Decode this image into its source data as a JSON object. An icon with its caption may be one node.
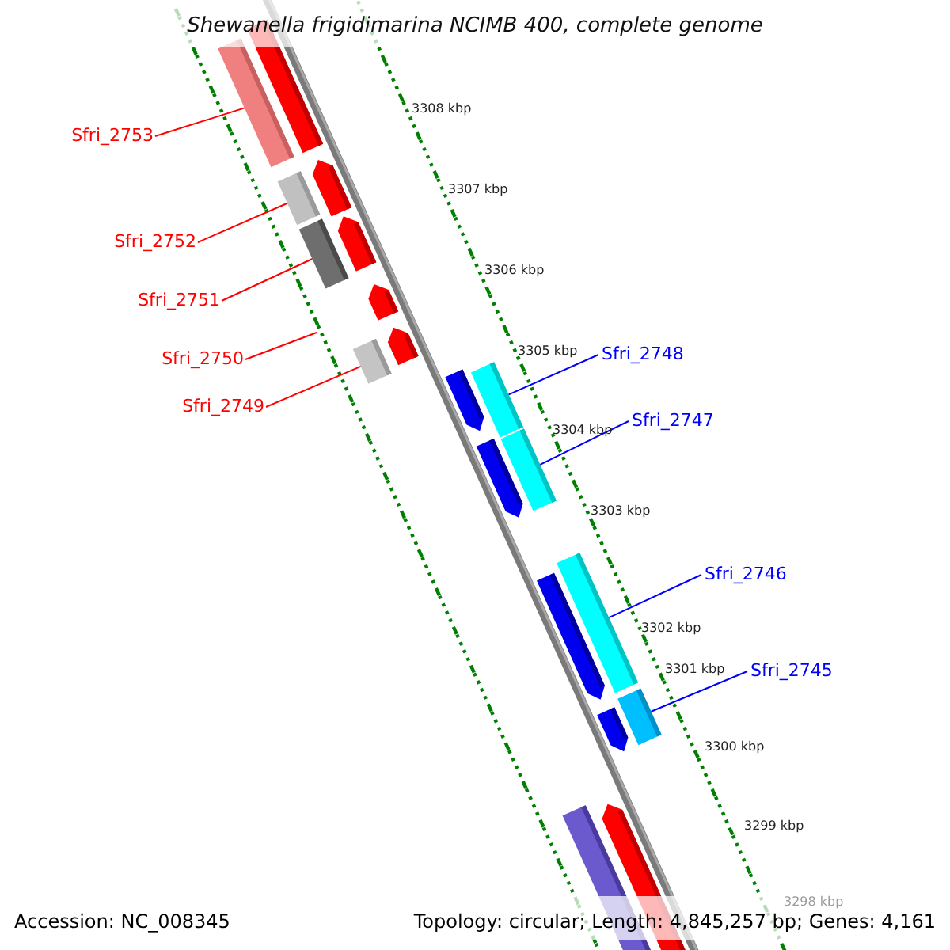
{
  "diagram": {
    "title": "Shewanella frigidimarina NCIMB 400, complete genome",
    "nodes": [
      {
        "text": [
          "Sfri_2753"
        ]
      },
      {
        "text": [
          "Sfri_2752"
        ]
      },
      {
        "text": [
          "Sfri_2751"
        ]
      },
      {
        "text": [
          "Sfri_2750"
        ]
      },
      {
        "text": [
          "Sfri_2749"
        ]
      },
      {
        "text": [
          "Sfri_2748"
        ]
      },
      {
        "text": [
          "Sfri_2747"
        ]
      },
      {
        "text": [
          "Sfri_2746"
        ]
      },
      {
        "text": [
          "Sfri_2745"
        ]
      },
      {
        "text": [],
        "shape": "bar"
      },
      {
        "text": [],
        "shape": "bar"
      },
      {
        "text": [],
        "shape": "bar"
      },
      {
        "text": [],
        "shape": "bar"
      },
      {
        "text": [],
        "shape": "bar"
      },
      {
        "text": [],
        "shape": "bar"
      },
      {
        "text": [],
        "shape": "bar"
      },
      {
        "text": [],
        "shape": "bar"
      }
    ],
    "edges": [
      {
        "from": 0,
        "to": 9,
        "arrow": "none",
        "color": "#ff0000"
      },
      {
        "from": 1,
        "to": 10,
        "arrow": "none",
        "color": "#ff0000"
      },
      {
        "from": 2,
        "to": 11,
        "arrow": "none",
        "color": "#ff0000"
      },
      {
        "from": 3,
        "to": null,
        "arrow": "none",
        "color": "#ff0000"
      },
      {
        "from": 4,
        "to": 12,
        "arrow": "none",
        "color": "#ff0000"
      },
      {
        "from": 5,
        "to": 13,
        "arrow": "none",
        "color": "#0000ff"
      },
      {
        "from": 6,
        "to": 14,
        "arrow": "none",
        "color": "#0000ff"
      },
      {
        "from": 7,
        "to": 15,
        "arrow": "none",
        "color": "#0000ff"
      },
      {
        "from": 8,
        "to": 16,
        "arrow": "none",
        "color": "#0000ff"
      }
    ],
    "labels": [
      "3308 kbp",
      "3307 kbp",
      "3306 kbp",
      "3305 kbp",
      "3304 kbp",
      "3303 kbp",
      "3302 kbp",
      "3301 kbp",
      "3300 kbp",
      "3299 kbp",
      "3298 kbp",
      "Accession: NC_008345",
      "Topology: circular; Length: 4,845,257 bp; Genes: 4,161"
    ]
  }
}
